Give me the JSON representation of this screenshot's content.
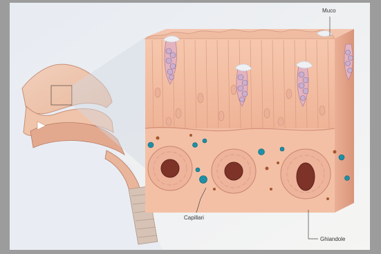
{
  "labels": {
    "muco": "Muco",
    "capillari": "Capillari",
    "ghiandole": "Ghiandole"
  },
  "colors": {
    "skin": "#efc8ae",
    "tissue": "#f3b79e",
    "gland": "#e8a58f",
    "gland_core": "#7d3328",
    "capillary": "#1d8fa6",
    "goblet": "#d8c6dd",
    "background": "#f2f3f1",
    "border": "#9c9c9c"
  }
}
